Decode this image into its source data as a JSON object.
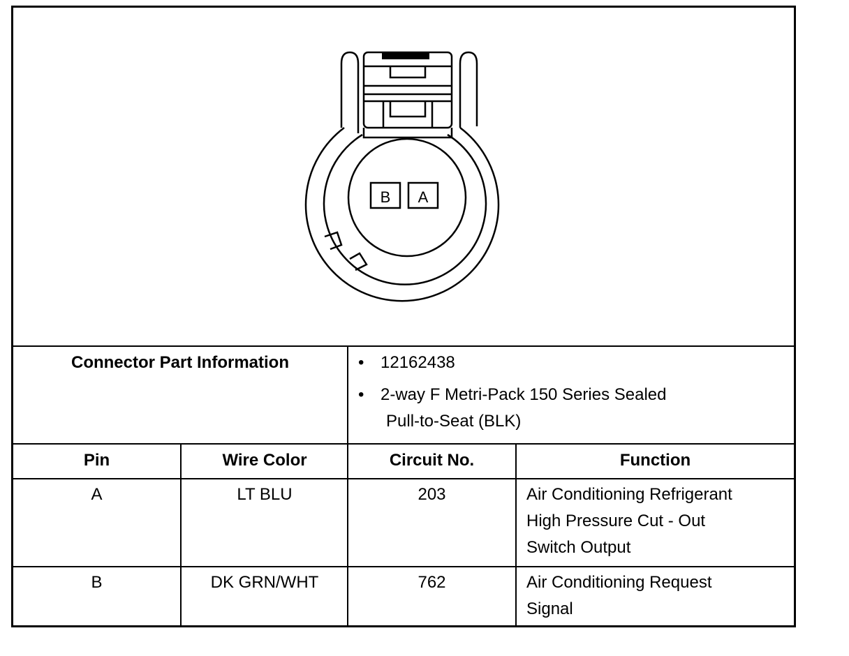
{
  "connector": {
    "pins": [
      "B",
      "A"
    ]
  },
  "part_info": {
    "label": "Connector Part Information",
    "bullet": "•",
    "items": [
      {
        "lines": [
          "12162438"
        ]
      },
      {
        "lines": [
          "2-way F Metri-Pack 150 Series Sealed",
          "Pull-to-Seat (BLK)"
        ]
      }
    ]
  },
  "table": {
    "headers": [
      "Pin",
      "Wire Color",
      "Circuit No.",
      "Function"
    ],
    "rows": [
      {
        "pin": "A",
        "wire_color": "LT BLU",
        "circuit": "203",
        "function": [
          "Air Conditioning Refrigerant",
          "High Pressure Cut - Out",
          "Switch Output"
        ]
      },
      {
        "pin": "B",
        "wire_color": "DK GRN/WHT",
        "circuit": "762",
        "function": [
          "Air Conditioning Request",
          "Signal"
        ]
      }
    ]
  }
}
